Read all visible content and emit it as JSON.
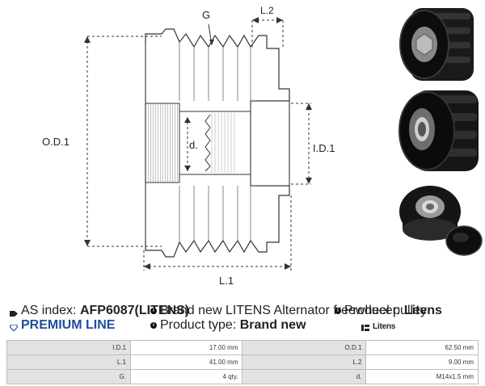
{
  "drawing": {
    "labels": {
      "G": "G",
      "L2": "L.2",
      "OD1": "O.D.1",
      "d": "d.",
      "ID1": "I.D.1",
      "L1": "L.1"
    }
  },
  "photos": [
    {
      "name": "pulley-front-view"
    },
    {
      "name": "pulley-rear-view"
    },
    {
      "name": "pulley-with-cap"
    }
  ],
  "info": {
    "as_index_label": "AS index:",
    "as_index_value": "AFP6087(LITENS)",
    "description": "Brand new LITENS Alternator freewheel pulley",
    "producer_label": "Producer:",
    "producer_value": "Litens",
    "premium_line": "PREMIUM LINE",
    "product_type_label": "Product type:",
    "product_type_value": "Brand new",
    "brand_logo": "Litens"
  },
  "specs": [
    {
      "label1": "I.D.1",
      "value1": "17.00 mm",
      "label2": "O.D.1",
      "value2": "62.50 mm"
    },
    {
      "label1": "L.1",
      "value1": "41.00 mm",
      "label2": "L.2",
      "value2": "9.00 mm"
    },
    {
      "label1": "G.",
      "value1": "4 qty.",
      "label2": "d.",
      "value2": "M14x1.5 mm"
    }
  ]
}
